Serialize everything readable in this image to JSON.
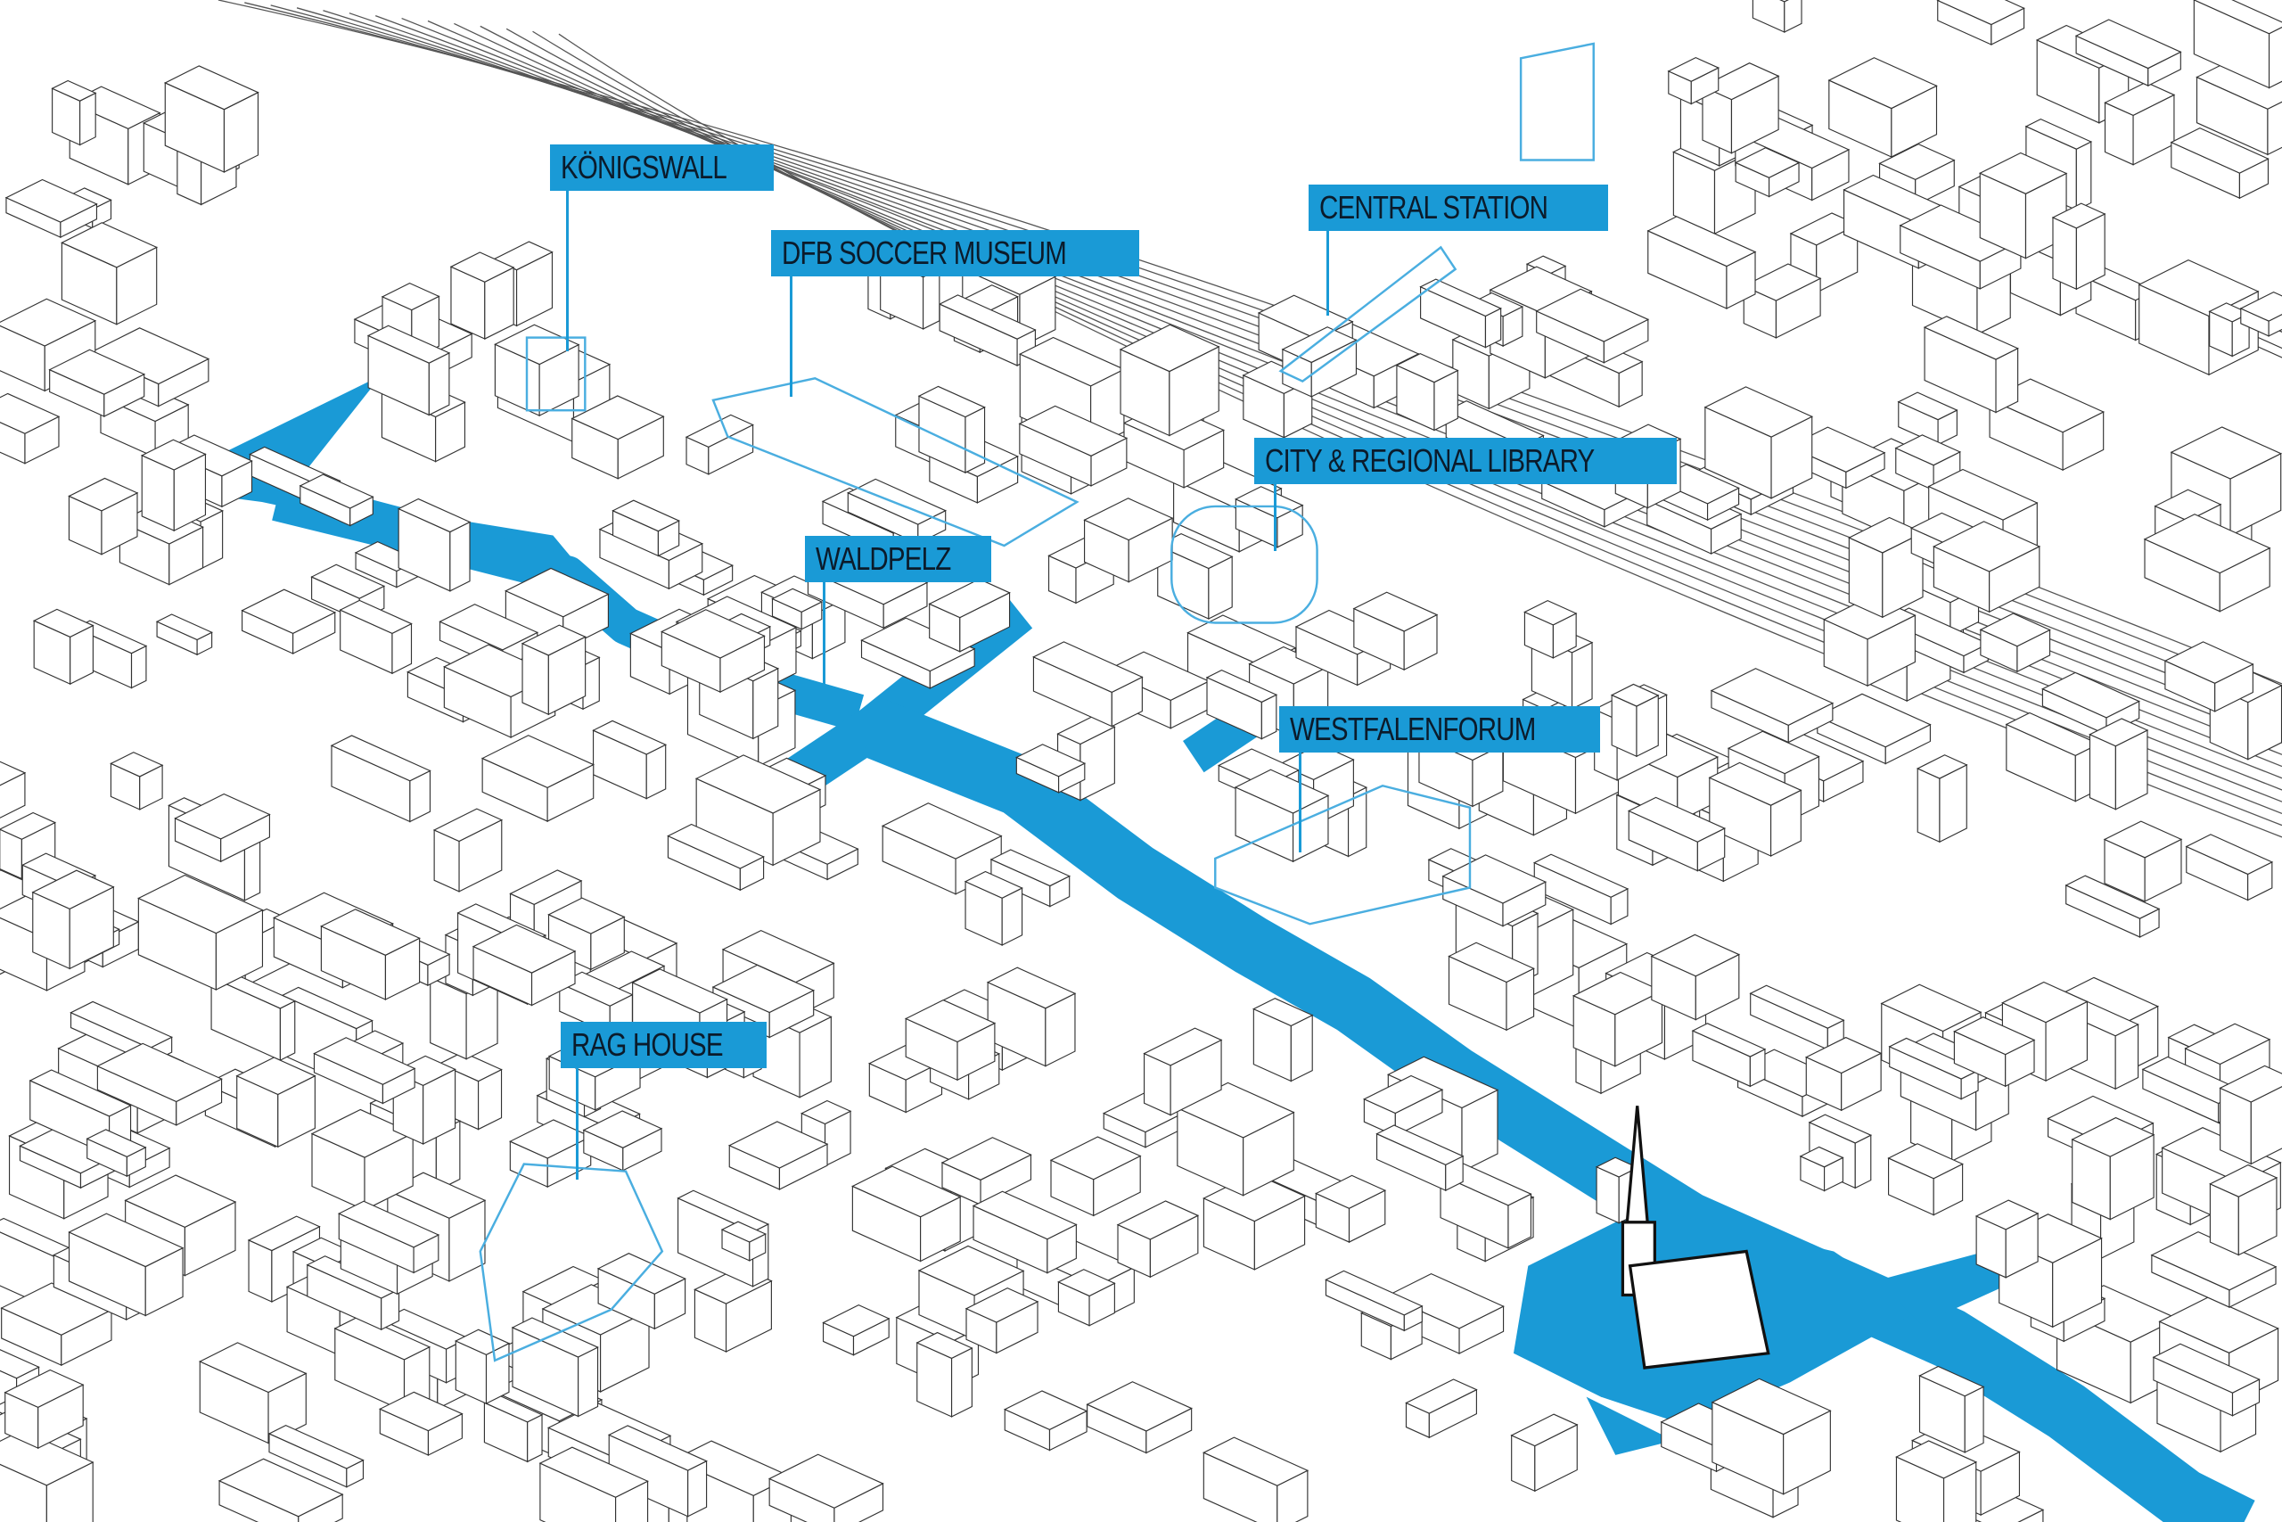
{
  "colors": {
    "accent": "#1a9ad6",
    "building_stroke": "#333333",
    "label_text": "#0b1b2b",
    "highlight_building": "#4aaee0"
  },
  "labels": [
    {
      "id": "konigswall",
      "text": "KÖNIGSWALL"
    },
    {
      "id": "dfb-soccer-museum",
      "text": "DFB SOCCER MUSEUM"
    },
    {
      "id": "central-station",
      "text": "CENTRAL STATION"
    },
    {
      "id": "city-regional-library",
      "text": "CITY & REGIONAL LIBRARY"
    },
    {
      "id": "waldpelz",
      "text": "WALDPELZ"
    },
    {
      "id": "westfalenforum",
      "text": "WESTFALENFORUM"
    },
    {
      "id": "rag-house",
      "text": "RAG HOUSE"
    }
  ]
}
